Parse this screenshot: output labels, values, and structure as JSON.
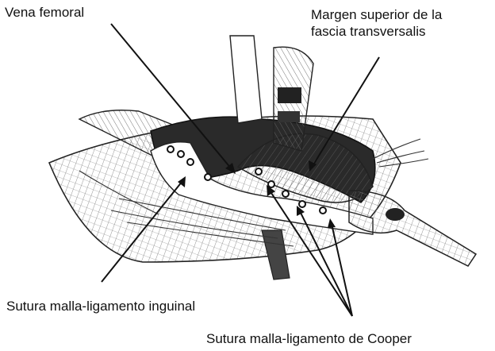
{
  "labels": {
    "vena_femoral": "Vena femoral",
    "margen_line1": "Margen superior de la",
    "margen_line2": "fascia transversalis",
    "sutura_inguinal": "Sutura malla-ligamento inguinal",
    "sutura_cooper": "Sutura malla-ligamento de Cooper"
  },
  "colors": {
    "ink": "#111111",
    "background": "#ffffff",
    "shadow": "#2a2a2a"
  }
}
